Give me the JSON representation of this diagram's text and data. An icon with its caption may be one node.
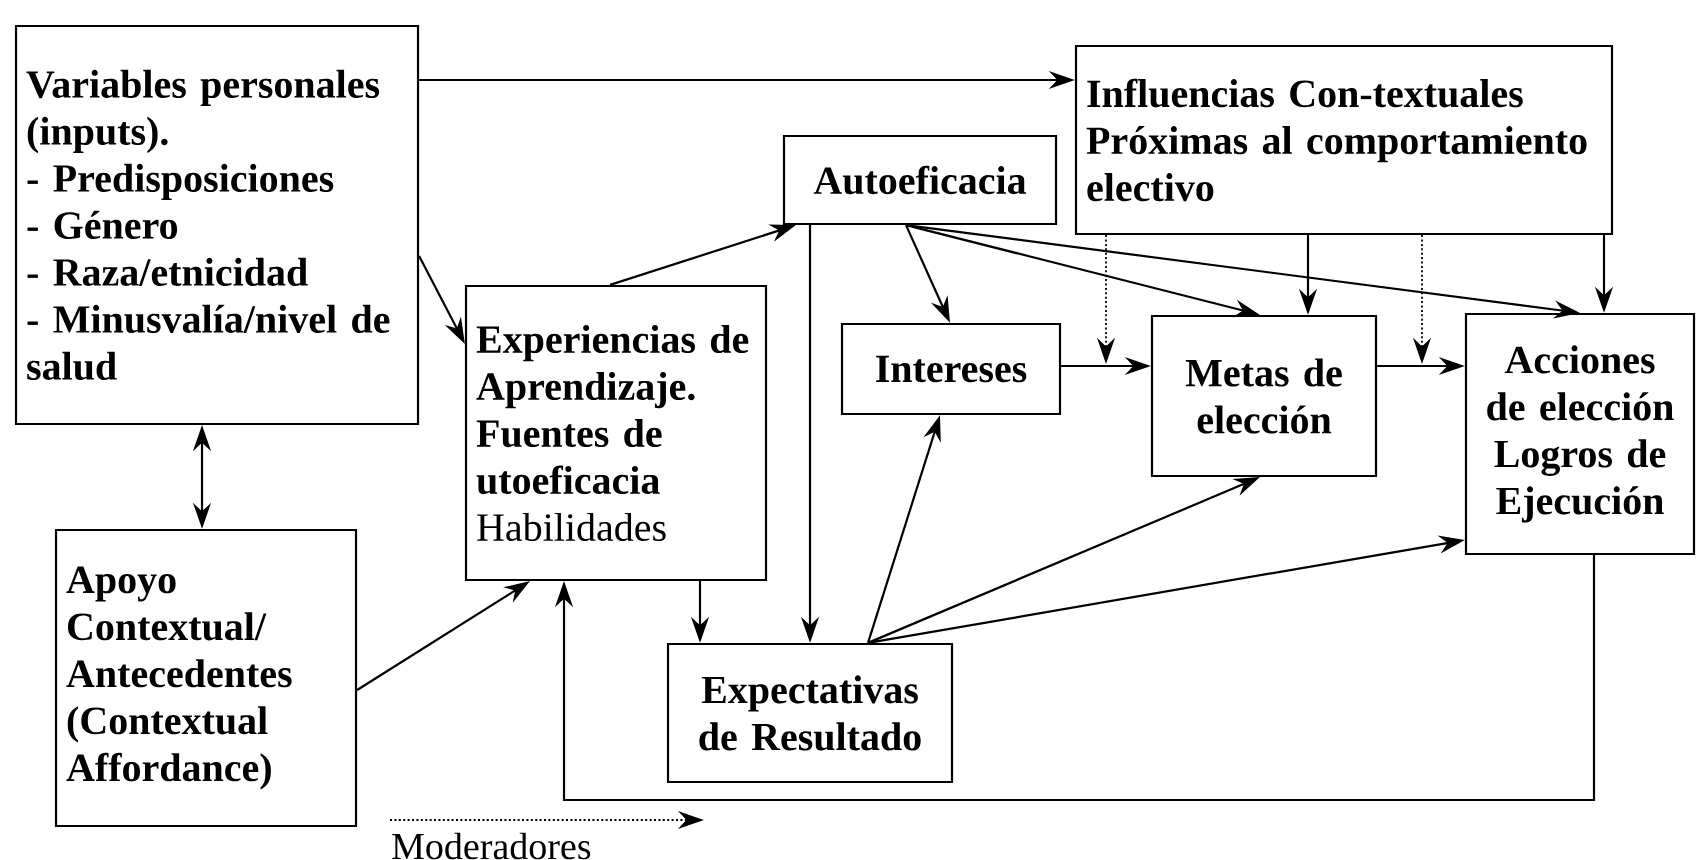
{
  "diagram": {
    "nodes": [
      {
        "text": [
          "Variables personales (inputs).",
          "- Predisposiciones",
          "- Género",
          "- Raza/etnicidad",
          "- Minusvalía/nivel de salud"
        ]
      },
      {
        "text": [
          "Influencias Con-textuales Próximas al comportamiento electivo"
        ]
      },
      {
        "text": [
          "Autoeficacia"
        ]
      },
      {
        "text": [
          "Experiencias de Aprendizaje. Fuentes de utoeficacia",
          "Habilidades"
        ]
      },
      {
        "text": [
          "Intereses"
        ]
      },
      {
        "text": [
          "Metas de elección"
        ]
      },
      {
        "text": [
          "Acciones de elección Logros de Ejecución"
        ]
      },
      {
        "text": [
          "Apoyo Contextual/ Antecedentes (Contextual Affordance)"
        ]
      },
      {
        "text": [
          "Expectativas de Resultado"
        ]
      }
    ],
    "edges": [
      {
        "from": 0,
        "to": 1,
        "arrow": "to"
      },
      {
        "from": 0,
        "to": 3,
        "arrow": "to"
      },
      {
        "from": 0,
        "to": 7,
        "arrow": "both"
      },
      {
        "from": 7,
        "to": 3,
        "arrow": "to"
      },
      {
        "from": 3,
        "to": 2,
        "arrow": "to"
      },
      {
        "from": 2,
        "to": 4,
        "arrow": "to"
      },
      {
        "from": 2,
        "to": 5,
        "arrow": "to"
      },
      {
        "from": 2,
        "to": 6,
        "arrow": "to"
      },
      {
        "from": 2,
        "to": 8,
        "arrow": "to"
      },
      {
        "from": 3,
        "to": 8,
        "arrow": "to"
      },
      {
        "from": 8,
        "to": 4,
        "arrow": "to"
      },
      {
        "from": 8,
        "to": 5,
        "arrow": "to"
      },
      {
        "from": 8,
        "to": 6,
        "arrow": "to"
      },
      {
        "from": 4,
        "to": 5,
        "arrow": "to"
      },
      {
        "from": 5,
        "to": 6,
        "arrow": "to"
      },
      {
        "from": 1,
        "to": 5,
        "arrow": "to"
      },
      {
        "from": 1,
        "to": 6,
        "arrow": "to"
      },
      {
        "from": 1,
        "to": null,
        "arrow": "to",
        "style": "dashed"
      },
      {
        "from": 1,
        "to": null,
        "arrow": "to",
        "style": "dashed"
      },
      {
        "from": 6,
        "to": 3,
        "arrow": "to"
      }
    ],
    "legend": [
      {
        "text": "Moderadores"
      }
    ]
  }
}
